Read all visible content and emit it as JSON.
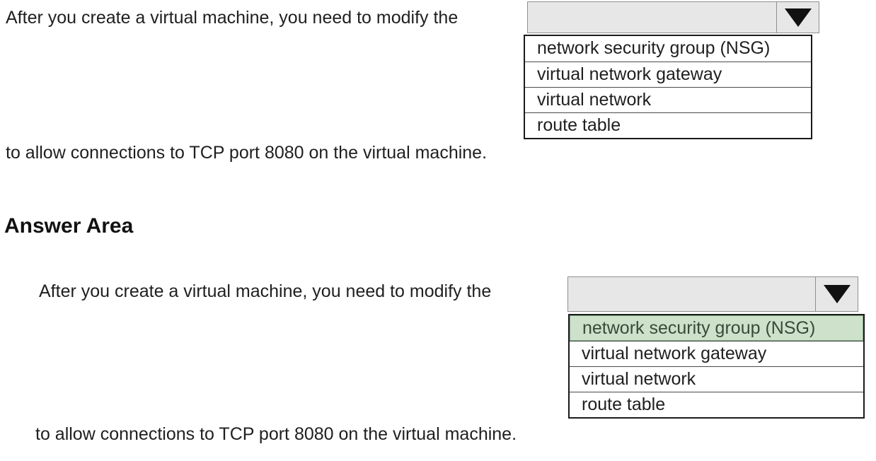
{
  "question": {
    "sentence_prefix": "After you create a virtual machine, you need to modify the",
    "sentence_suffix": "to allow connections to TCP port 8080 on the virtual machine.",
    "dropdown": {
      "selected_value": "",
      "options": [
        "network security group (NSG)",
        "virtual network gateway",
        "virtual network",
        "route table"
      ]
    }
  },
  "answer_area": {
    "heading": "Answer Area",
    "sentence_prefix": "After you create a virtual machine, you need to modify the",
    "sentence_suffix": "to allow connections to TCP port 8080 on the virtual machine.",
    "dropdown": {
      "selected_value": "",
      "options": [
        "network security group (NSG)",
        "virtual network gateway",
        "virtual network",
        "route table"
      ],
      "highlighted_option": "network security group (NSG)",
      "highlighted_index": 0
    }
  },
  "icons": {
    "dropdown_arrow": "▼"
  },
  "colors": {
    "page_bg": "#ffffff",
    "text": "#1f1f1f",
    "select_bg": "#e7e7e7",
    "select_border": "#8f8f8f",
    "list_bg": "#ffffff",
    "list_border": "#1a1a1a",
    "row_divider": "#4a4a4a",
    "arrow": "#111111",
    "highlight_bg": "#cde1cb",
    "highlight_border": "#86a886",
    "highlight_text": "#384a38"
  }
}
